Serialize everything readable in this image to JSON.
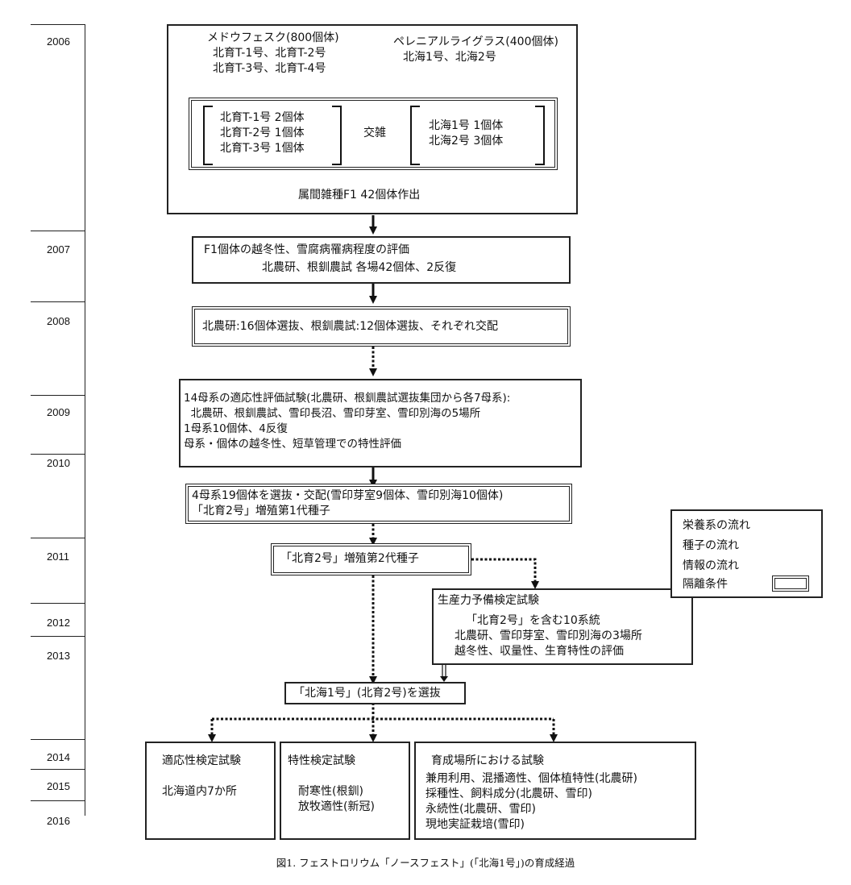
{
  "years": [
    "2006",
    "2007",
    "2008",
    "2009",
    "2010",
    "2011",
    "2012",
    "2013",
    "2014",
    "2015",
    "2016"
  ],
  "stage1": {
    "meadow_title": "メドウフェスク(800個体)",
    "meadow_lines": [
      "北育T-1号、北育T-2号",
      "北育T-3号、北育T-4号"
    ],
    "perennial_title": "ペレニアルライグラス(400個体)",
    "perennial_lines": [
      "北海1号、北海2号"
    ],
    "left_group": [
      "北育T-1号  2個体",
      "北育T-2号  1個体",
      "北育T-3号  1個体"
    ],
    "cross": "交雑",
    "right_group": [
      "北海1号  1個体",
      "北海2号  3個体"
    ],
    "result": "属間雑種F1  42個体作出"
  },
  "stage2": [
    "F1個体の越冬性、雪腐病罹病程度の評価",
    "北農研、根釧農試  各場42個体、2反復"
  ],
  "stage3": "北農研:16個体選抜、根釧農試:12個体選抜、それぞれ交配",
  "stage4": [
    "14母系の適応性評価試験(北農研、根釧農試選抜集団から各7母系):",
    "  北農研、根釧農試、雪印長沼、雪印芽室、雪印別海の5場所",
    "1母系10個体、4反復",
    "母系・個体の越冬性、短草管理での特性評価"
  ],
  "stage5": [
    "4母系19個体を選抜・交配(雪印芽室9個体、雪印別海10個体)",
    "「北育2号」増殖第1代種子"
  ],
  "stage6": "「北育2号」増殖第2代種子",
  "stage7": [
    "生産力予備検定試験",
    "「北育2号」を含む10系統",
    "北農研、雪印芽室、雪印別海の3場所",
    "越冬性、収量性、生育特性の評価"
  ],
  "stage8": "「北海1号」(北育2号)を選抜",
  "tests": {
    "adapt": [
      "適応性検定試験",
      "北海道内7か所"
    ],
    "trait": [
      "特性検定試験",
      "耐寒性(根釧)",
      "放牧適性(新冠)"
    ],
    "site": [
      "育成場所における試験",
      "兼用利用、混播適性、個体植特性(北農研)",
      "採種性、飼料成分(北農研、雪印)",
      "永続性(北農研、雪印)",
      "現地実証栽培(雪印)"
    ]
  },
  "legend": [
    "栄養系の流れ",
    "種子の流れ",
    "情報の流れ",
    "隔離条件"
  ],
  "caption": "図1. フェストロリウム「ノースフェスト」(「北海1号」)の育成経過"
}
